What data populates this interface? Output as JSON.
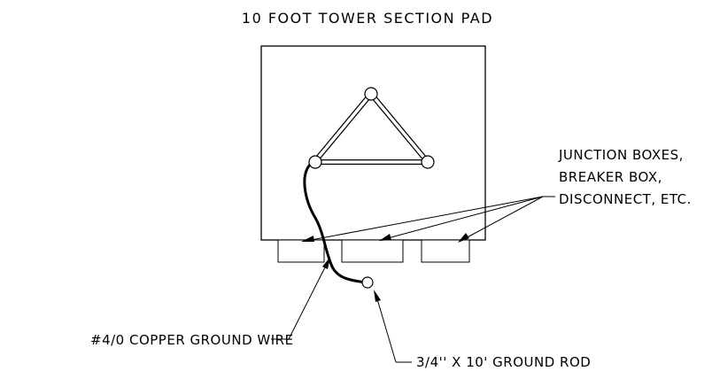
{
  "title": "10 FOOT TOWER SECTION PAD",
  "labels": {
    "junction_line1": "JUNCTION BOXES,",
    "junction_line2": "BREAKER BOX,",
    "junction_line3": "DISCONNECT, ETC.",
    "ground_wire": "#4/0 COPPER GROUND WIRE",
    "ground_rod": "3/4'' X 10' GROUND ROD"
  }
}
